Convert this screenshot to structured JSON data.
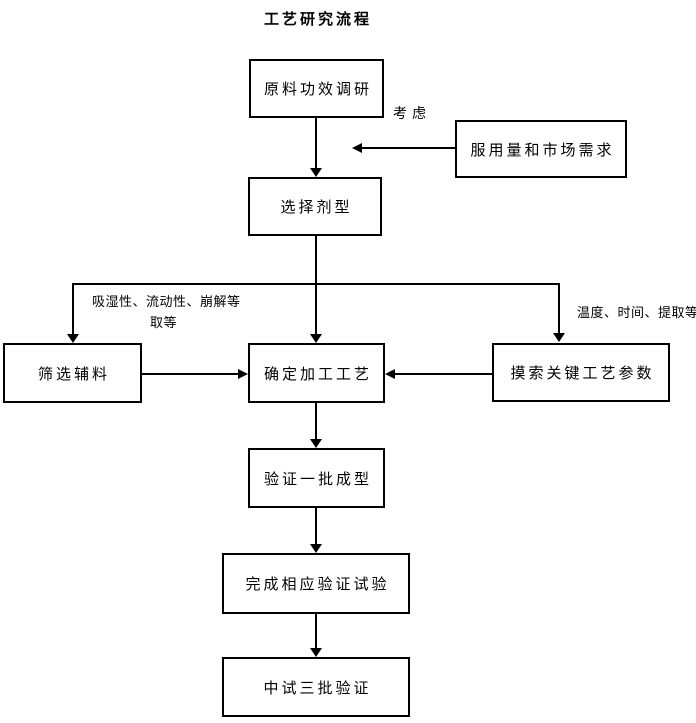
{
  "title": "工艺研究流程",
  "nodes": {
    "raw_material_research": "原料功效调研",
    "dosage_market_demand": "服用量和市场需求",
    "select_dosage_form": "选择剂型",
    "screen_excipients": "筛选辅料",
    "determine_processing": "确定加工工艺",
    "explore_parameters": "摸索关键工艺参数",
    "verify_one_batch": "验证一批成型",
    "complete_verification_tests": "完成相应验证试验",
    "pilot_three_batches": "中试三批验证"
  },
  "annotations": {
    "consider": "考虑",
    "left_branch_line1": "吸湿性、流动性、崩解等",
    "left_branch_line2": "取等",
    "right_branch": "温度、时间、提取等"
  },
  "colors": {
    "line": "#000000",
    "text": "#000000",
    "background": "#ffffff"
  }
}
